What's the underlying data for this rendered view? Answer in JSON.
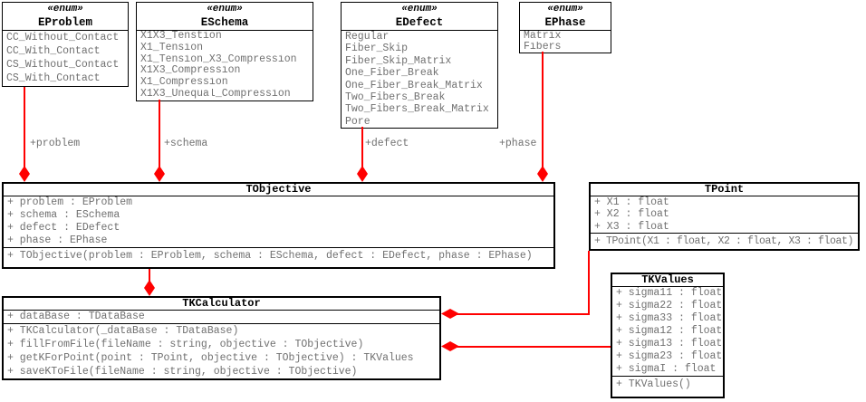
{
  "diagram": {
    "type": "uml-class-diagram",
    "colors": {
      "connector": "#ff0000",
      "member_text": "#707070",
      "title_text": "#000000",
      "border": "#000000",
      "background": "#ffffff"
    },
    "connector_labels": [
      "+problem",
      "+schema",
      "+defect",
      "+phase"
    ],
    "classes": [
      {
        "stereotype": "«enum»",
        "name": "EProblem",
        "attributes": [
          "CC_Without_Contact",
          "CC_With_Contact",
          "CS_Without_Contact",
          "CS_With_Contact"
        ],
        "methods": []
      },
      {
        "stereotype": "«enum»",
        "name": "ESchema",
        "attributes": [
          "X1X3_Tenstion",
          "X1_Tension",
          "X1_Tension_X3_Compression",
          "X1X3_Compression",
          "X1_Compression",
          "X1X3_Unequal_Compression"
        ],
        "methods": []
      },
      {
        "stereotype": "«enum»",
        "name": "EDefect",
        "attributes": [
          "Regular",
          "Fiber_Skip",
          "Fiber_Skip_Matrix",
          "One_Fiber_Break",
          "One_Fiber_Break_Matrix",
          "Two_Fibers_Break",
          "Two_Fibers_Break_Matrix",
          "Pore"
        ],
        "methods": []
      },
      {
        "stereotype": "«enum»",
        "name": "EPhase",
        "attributes": [
          "Matrix",
          "Fibers"
        ],
        "methods": []
      },
      {
        "name": "TObjective",
        "attributes": [
          "+ problem : EProblem",
          "+ schema : ESchema",
          "+ defect : EDefect",
          "+ phase : EPhase"
        ],
        "methods": [
          "+ TObjective(problem : EProblem, schema : ESchema, defect : EDefect, phase : EPhase)"
        ]
      },
      {
        "name": "TPoint",
        "attributes": [
          "+ X1 : float",
          "+ X2 : float",
          "+ X3 : float"
        ],
        "methods": [
          "+ TPoint(X1 : float, X2 : float, X3 : float)"
        ]
      },
      {
        "name": "TKCalculator",
        "attributes": [
          "+ dataBase : TDataBase"
        ],
        "methods": [
          "+ TKCalculator(_dataBase : TDataBase)",
          "+ fillFromFile(fileName : string, objective : TObjective)",
          "+ getKForPoint(point : TPoint, objective : TObjective) : TKValues",
          "+ saveKToFile(fileName : string, objective : TObjective)"
        ]
      },
      {
        "name": "TKValues",
        "attributes": [
          "+ sigma11 : float",
          "+ sigma22 : float",
          "+ sigma33 : float",
          "+ sigma12 : float",
          "+ sigma13 : float",
          "+ sigma23 : float",
          "+ sigmaI : float"
        ],
        "methods": [
          "+ TKValues()"
        ]
      }
    ]
  }
}
